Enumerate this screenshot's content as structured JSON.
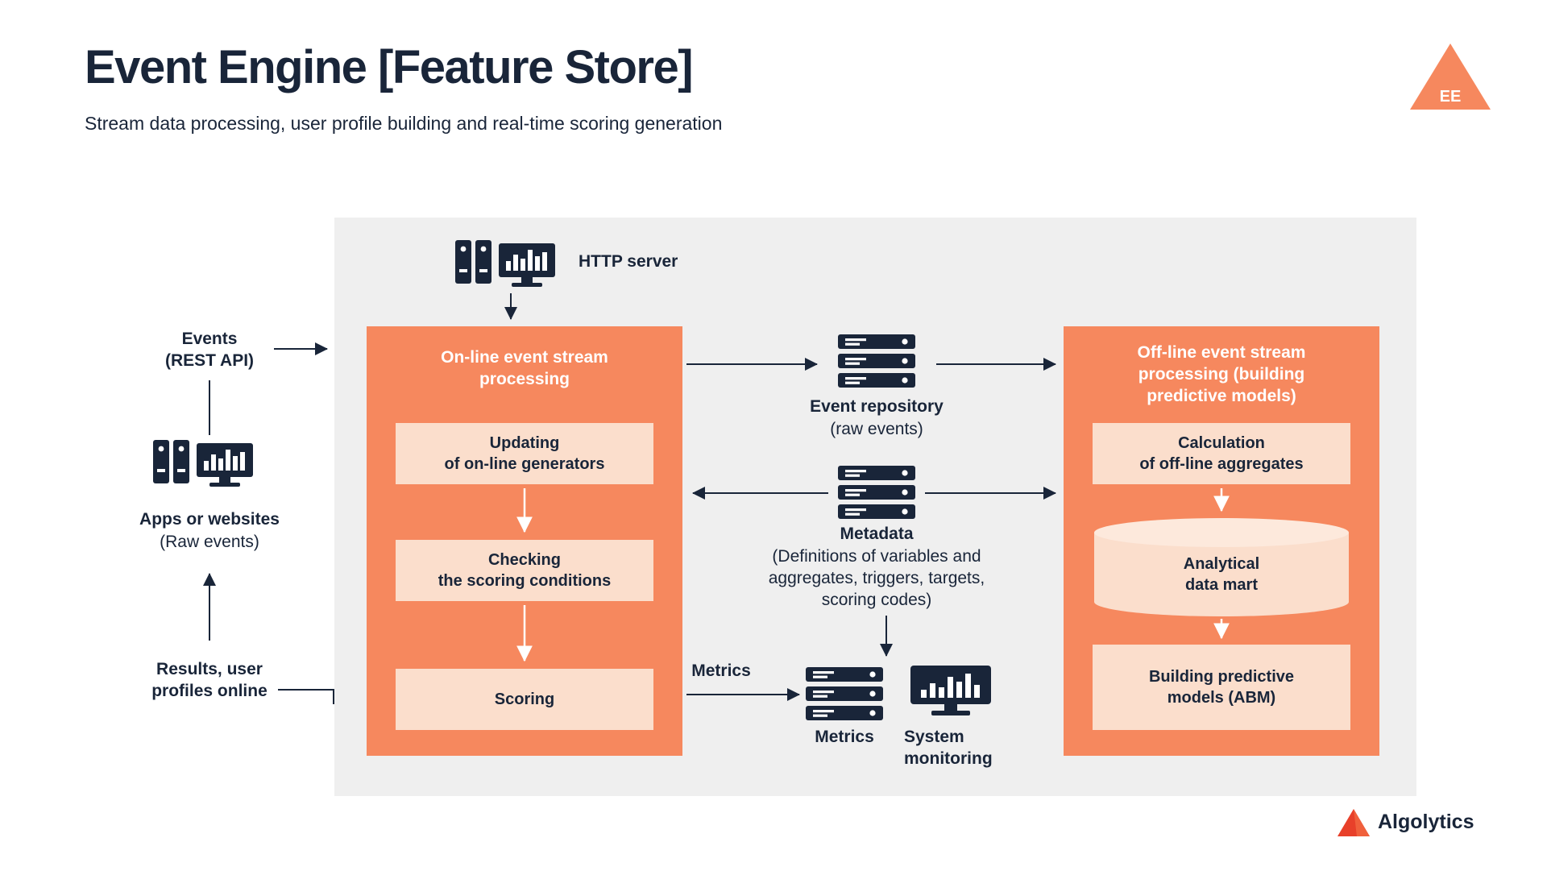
{
  "header": {
    "title": "Event Engine [Feature Store]",
    "subtitle": "Stream data processing, user profile building and real-time scoring generation",
    "logo_text": "EE"
  },
  "left_column": {
    "events_label": "Events\n(REST API)",
    "apps_label": "Apps or websites",
    "apps_sublabel": "(Raw events)",
    "results_label": "Results, user\nprofiles online"
  },
  "pipeline": {
    "http_server_label": "HTTP server",
    "online_box": {
      "title": "On-line event stream\nprocessing",
      "steps": [
        "Updating\nof on-line generators",
        "Checking\nthe scoring conditions",
        "Scoring"
      ]
    },
    "event_repository": {
      "label": "Event repository",
      "sublabel": "(raw events)"
    },
    "metadata": {
      "label": "Metadata",
      "sublabel": "(Definitions of variables and\naggregates, triggers, targets,\nscoring codes)"
    },
    "metrics_arrow_label": "Metrics",
    "metrics_label": "Metrics",
    "system_monitoring_label": "System\nmonitoring",
    "offline_box": {
      "title": "Off-line event stream\nprocessing (building\npredictive models)",
      "step_calculation": "Calculation\nof off-line aggregates",
      "data_mart": "Analytical\ndata mart",
      "step_building": "Building predictive\nmodels (ABM)"
    }
  },
  "footer": {
    "brand": "Algolytics"
  },
  "icons": {
    "http_server": "workstation-icon",
    "apps": "workstation-icon",
    "event_repository": "server-stack-icon",
    "metadata": "server-stack-icon",
    "metrics": "server-stack-icon",
    "system_monitoring": "monitor-chart-icon",
    "ee_logo": "triangle-logo",
    "algolytics_logo": "triangle-logo"
  },
  "colors": {
    "orange": "#f6885e",
    "peach": "#fbdecc",
    "navy": "#192539",
    "panel_gray": "#efefef",
    "logo_red": "#e8402a",
    "white": "#ffffff"
  }
}
